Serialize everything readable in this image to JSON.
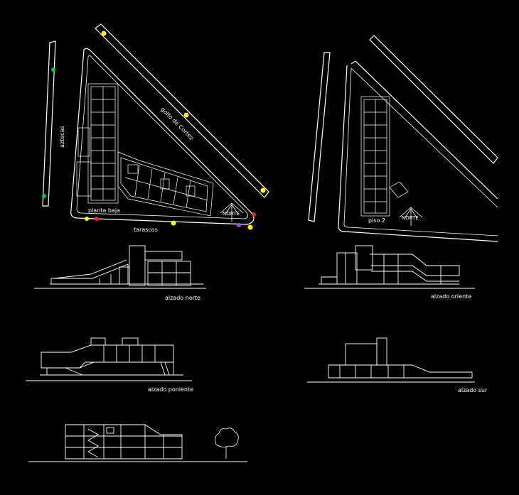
{
  "labels": {
    "street_west": "aztecas",
    "street_northeast": "golfo de Cortez",
    "street_south": "tarascos",
    "plan_ground": "planta baja",
    "plan_floor2": "piso 2",
    "north_1": "NORTE",
    "north_2": "NORTE",
    "elev_north": "alzado norte",
    "elev_east": "alzado oriente",
    "elev_west": "alzado poniente",
    "elev_south": "alzado sur"
  },
  "colors": {
    "background": "#000000",
    "line": "#ffffff",
    "marker_yellow": "#ffff00",
    "marker_green": "#00cc44",
    "marker_red": "#ff2020",
    "marker_purple": "#a040ff"
  }
}
